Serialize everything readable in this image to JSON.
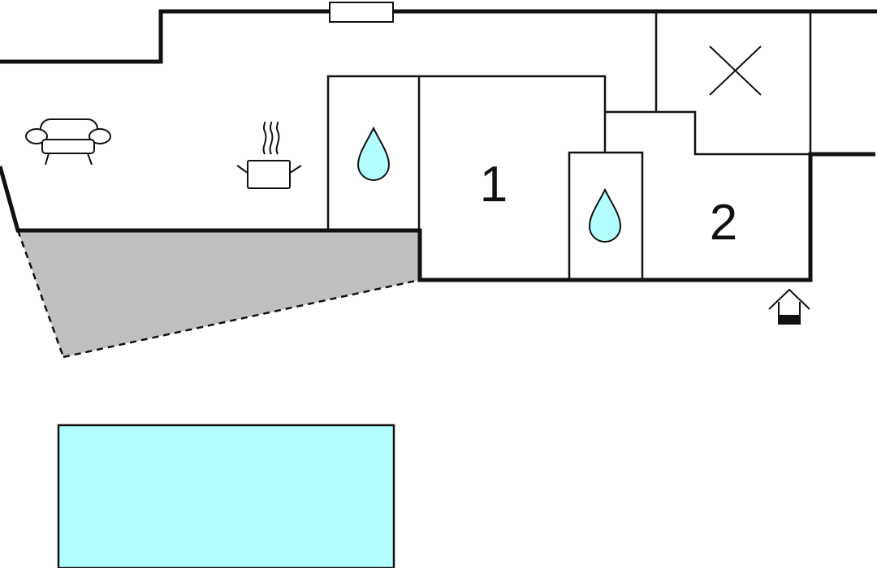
{
  "floor_plan": {
    "rooms": [
      {
        "id": "bedroom-1",
        "label": "1"
      },
      {
        "id": "bedroom-2",
        "label": "2"
      }
    ],
    "icons": {
      "living": "sofa-icon",
      "kitchen": "cooking-pot-icon",
      "bathroom": "water-drop-icon",
      "void": "cross-icon",
      "entrance": "entrance-house-icon",
      "pool": "pool-area",
      "terrace": "terrace-area"
    },
    "colors": {
      "pool": "#B3FFFF",
      "water_drop": "#B3FFFF",
      "terrace": "#C0C0C0",
      "walls": "#111111",
      "background": "#FFFFFF"
    }
  }
}
